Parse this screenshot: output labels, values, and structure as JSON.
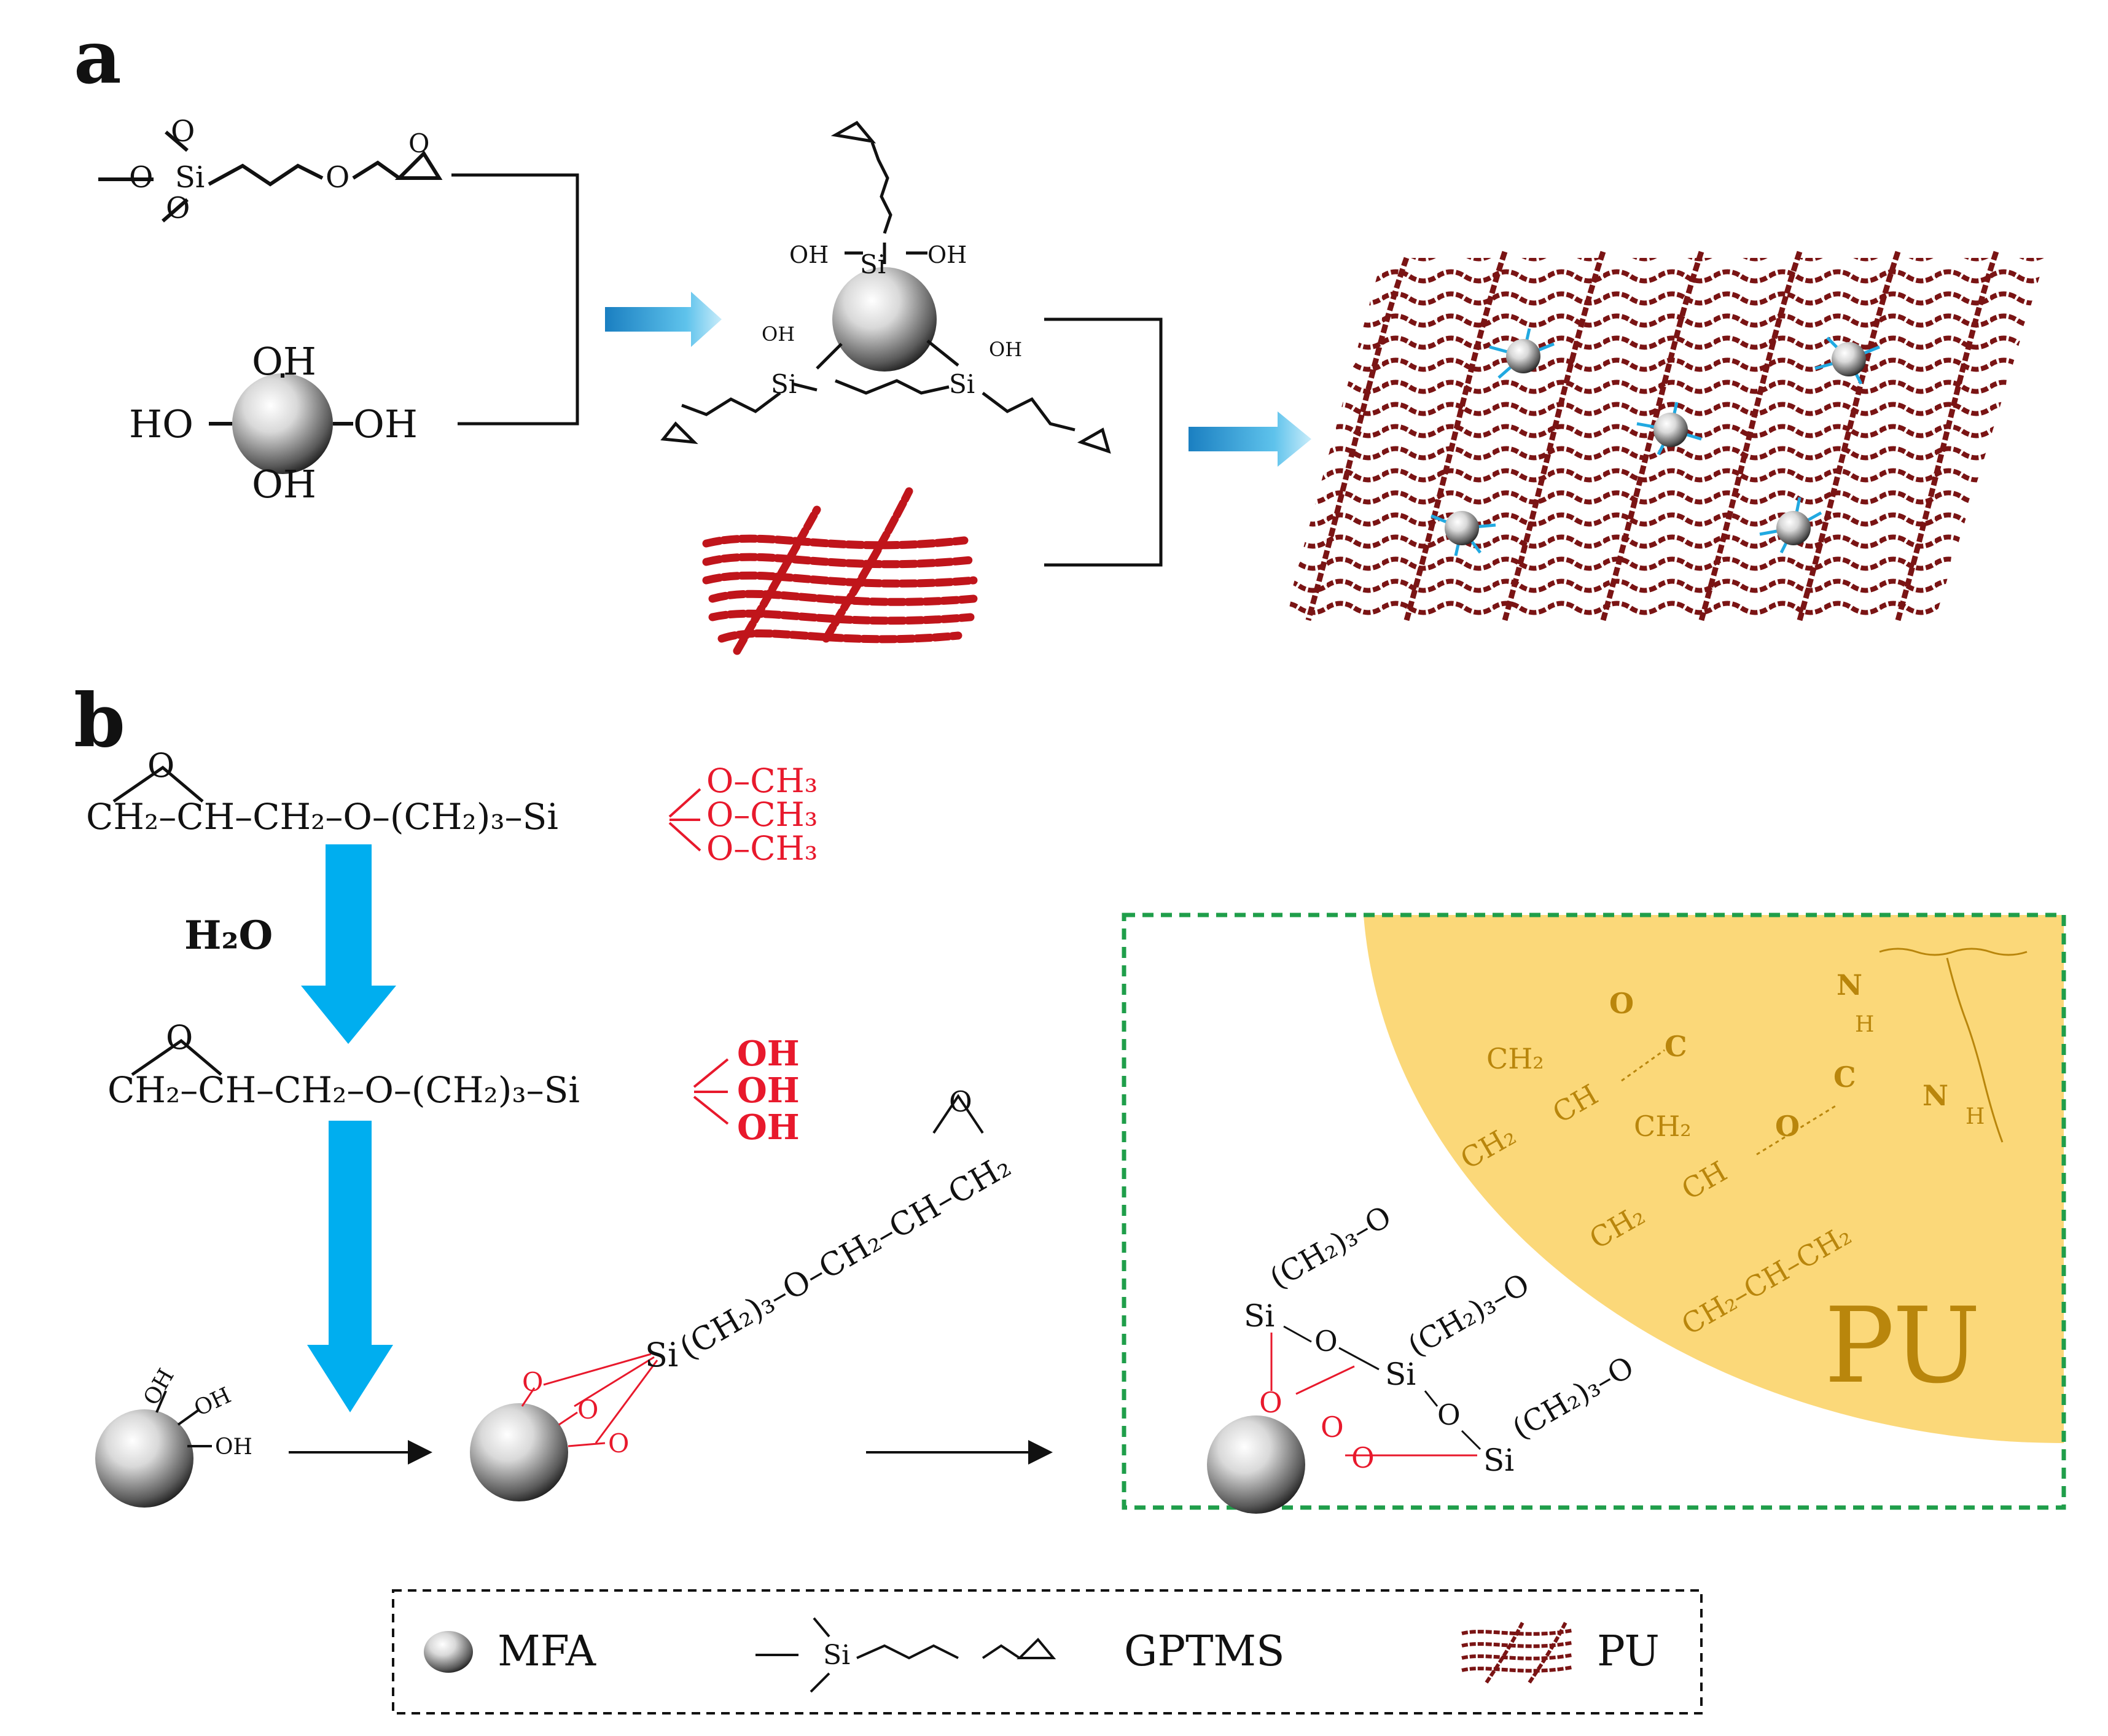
{
  "panels": {
    "a": {
      "label": "a"
    },
    "b": {
      "label": "b"
    }
  },
  "particle_a": {
    "oh_top": "OH",
    "oh_left": "HO",
    "oh_right": "OH",
    "oh_bottom": "OH"
  },
  "functionalized_a": {
    "oh1": "OH",
    "oh2": "OH",
    "si": "Si",
    "oh3": "OH",
    "oh4": "OH"
  },
  "gptms_text": {
    "si": "Si",
    "o": "O"
  },
  "formulas": {
    "gptms_methoxy": {
      "chain": "CH₂–CH–CH₂–O–(CH₂)₃–Si",
      "ends": [
        "O–CH₃",
        "O–CH₃",
        "O–CH₃"
      ],
      "ring_o": "O"
    },
    "gptms_silanol": {
      "chain": "CH₂–CH–CH₂–O–(CH₂)₃–Si",
      "ends": [
        "OH",
        "OH",
        "OH"
      ],
      "ring_o": "O"
    }
  },
  "reagent": "H₂O",
  "particle_b": {
    "oh1": "OH",
    "oh2": "OH",
    "oh3": "OH"
  },
  "grafted": {
    "si": "Si",
    "o": "O",
    "tail": "(CH₂)₃–O–CH₂–CH–CH₂",
    "ring_o": "O"
  },
  "inset": {
    "region_label": "PU",
    "si": "Si",
    "o": "O",
    "propyl": "(CH₂)₃–O",
    "ch": "CH",
    "ch2": "CH₂",
    "c": "C",
    "n": "N",
    "h": "H",
    "epoxy_tail": "CH₂–CH–CH₂",
    "colors": {
      "pu_region": "#fbd879",
      "pu_text": "#c9960f",
      "dash_border": "#1f9e4a"
    }
  },
  "legend": {
    "items": [
      {
        "label": "MFA",
        "icon": "sphere-icon"
      },
      {
        "label": "GPTMS",
        "icon": "silane-structure-icon"
      },
      {
        "label": "PU",
        "icon": "polymer-network-icon"
      }
    ]
  },
  "colors": {
    "arrow_blue": "#00aeef",
    "red": "#e8192c",
    "pu_strand": "#7a1414",
    "linker_blue": "#21a9e1"
  }
}
